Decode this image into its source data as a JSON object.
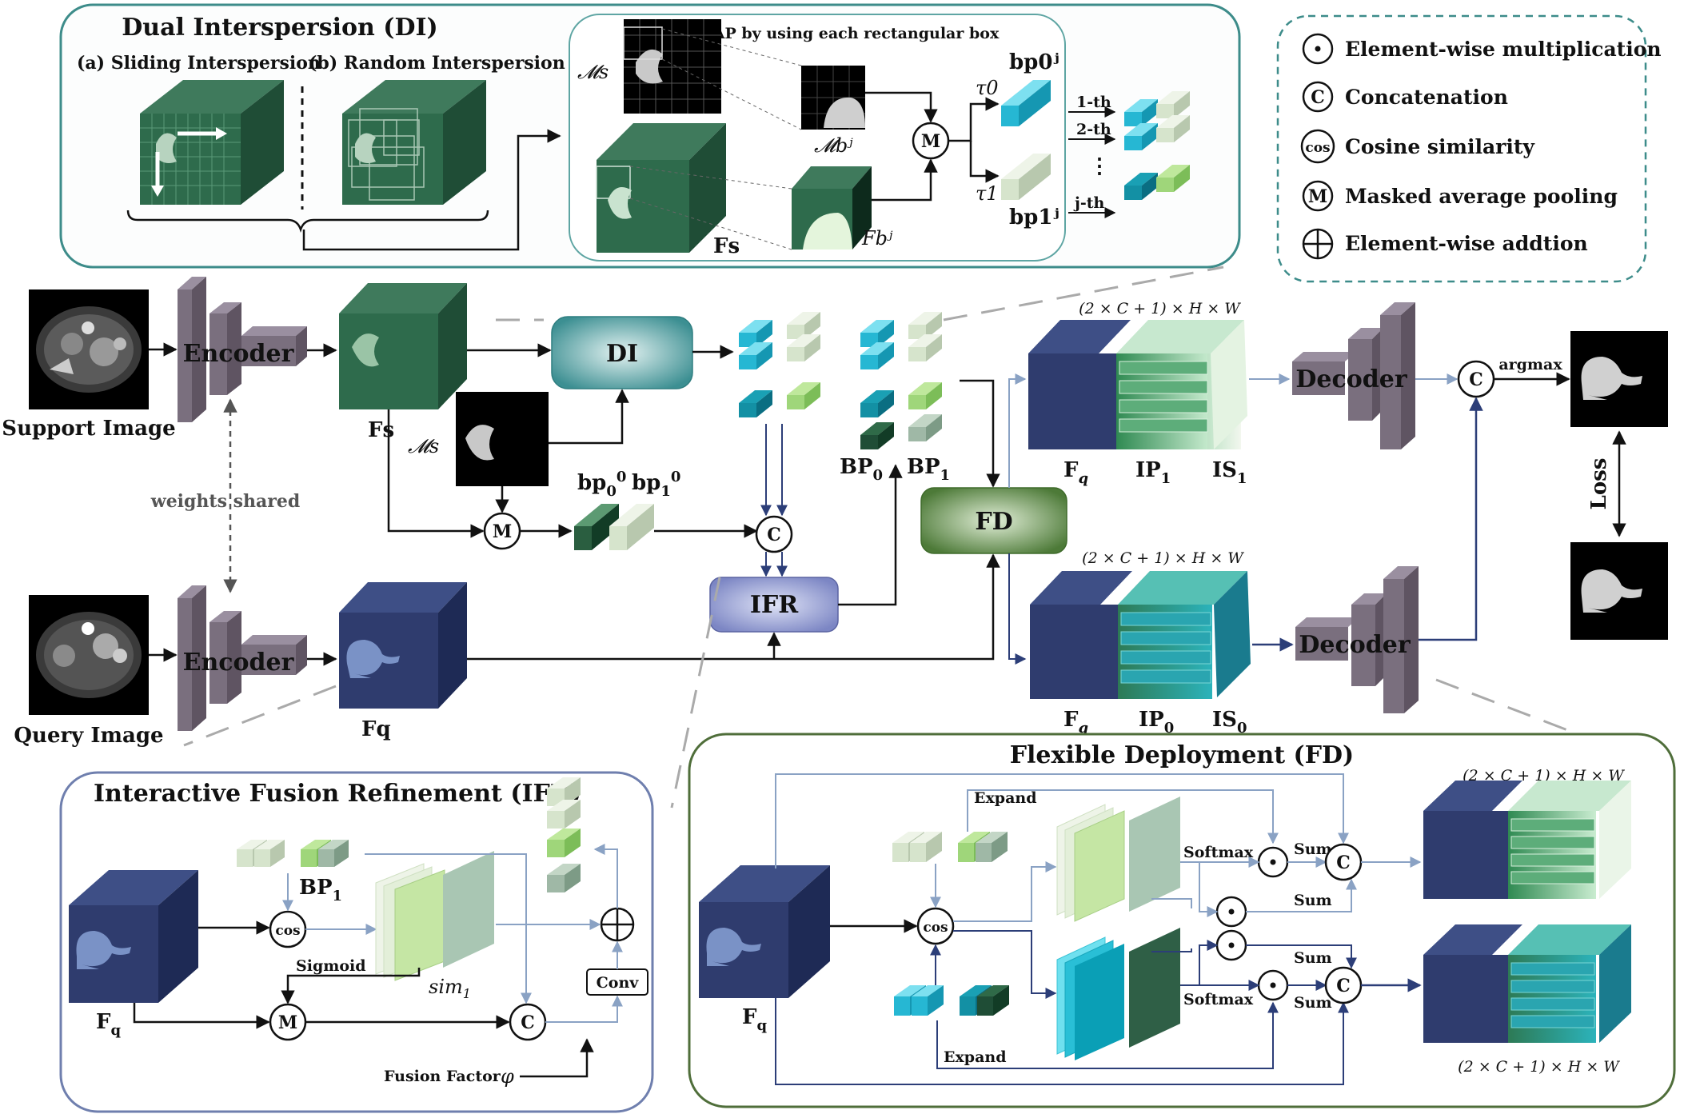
{
  "di_panel": {
    "title": "Dual Interspersion (DI)",
    "sub_a": "(a) Sliding Interspersion",
    "sub_b": "(b) Random Interspersion",
    "map_caption": "MAP by using each rectangular box",
    "ms": "𝓜s",
    "mb": "𝓜bʲ",
    "fs": "Fs",
    "fb": "Fbʲ",
    "tau0": "τ0",
    "tau1": "τ1",
    "bp0": "bp0ʲ",
    "bp1": "bp1ʲ",
    "m_symbol": "M",
    "row1": "1-th",
    "row2": "2-th",
    "rowj": "j-th",
    "dots": "⋮"
  },
  "legend": {
    "items": [
      {
        "symbol": "⊙",
        "label": "Element-wise multiplication"
      },
      {
        "symbol": "C",
        "label": "Concatenation"
      },
      {
        "symbol": "cos",
        "label": "Cosine similarity"
      },
      {
        "symbol": "M",
        "label": "Masked average pooling"
      },
      {
        "symbol": "⊕",
        "label": "Element-wise addtion"
      }
    ]
  },
  "main": {
    "support_label": "Support Image",
    "query_label": "Query Image",
    "encoder_label": "Encoder",
    "weights_shared": "weights shared",
    "fs": "Fs",
    "fq": "Fq",
    "ms": "𝓜s",
    "di_block": "DI",
    "ifr_block": "IFR",
    "fd_block": "FD",
    "bp00": "bp00",
    "bp10": "bp10",
    "bp0_cap": "BP0",
    "bp1_cap": "BP1",
    "dim_top": "(2 × C + 1) × H × W",
    "dim_bottom": "(2 × C + 1) × H × W",
    "fq_out": "Fq",
    "ip1": "IP1",
    "is1": "IS1",
    "ip0": "IP0",
    "is0": "IS0",
    "decoder_label": "Decoder",
    "argmax": "argmax",
    "loss": "Loss",
    "c_symbol": "C",
    "m_symbol": "M"
  },
  "ifr_panel": {
    "title": "Interactive Fusion Refinement (IFR)",
    "bp1": "BP1",
    "fq": "Fq",
    "cos": "cos",
    "sigmoid": "Sigmoid",
    "sim1": "sim1",
    "m_symbol": "M",
    "c_symbol": "C",
    "conv": "Conv",
    "fusion_factor": "Fusion Factor",
    "phi": "φ",
    "plus": "⊕"
  },
  "fd_panel": {
    "title": "Flexible Deployment (FD)",
    "expand_top": "Expand",
    "expand_bottom": "Expand",
    "softmax_top": "Softmax",
    "softmax_bottom": "Softmax",
    "sum1": "Sum",
    "sum2": "Sum",
    "sum3": "Sum",
    "sum4": "Sum",
    "cos": "cos",
    "fq": "Fq",
    "c_symbol": "C",
    "dot_symbol": "⊙",
    "dim_top": "(2 × C + 1) × H × W",
    "dim_bottom": "(2 × C + 1) × H × W"
  }
}
